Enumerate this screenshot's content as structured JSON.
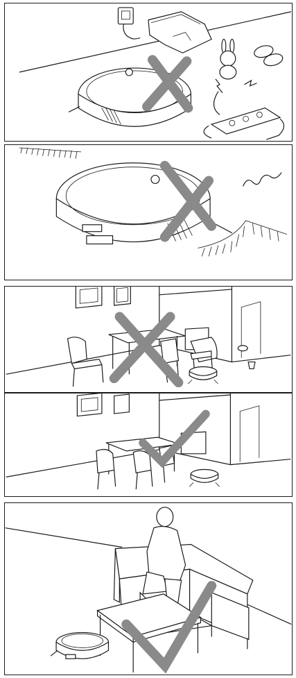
{
  "marks": {
    "mark_color": "#8a8a8a",
    "panel_1": "cross-mark",
    "panel_2": "cross-mark",
    "panel_3": "cross-mark",
    "panel_4": "check-mark",
    "panel_5": "check-mark"
  }
}
